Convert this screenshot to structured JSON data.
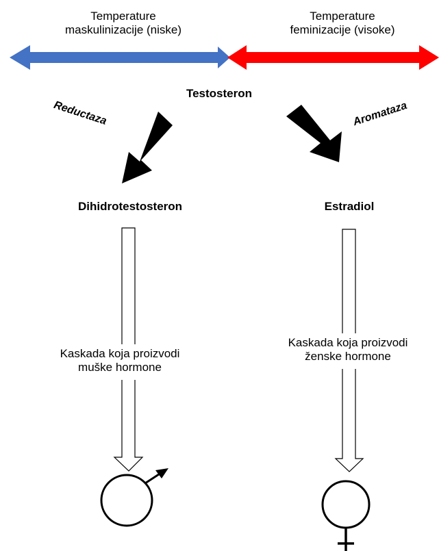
{
  "temperature_low": {
    "line1": "Temperature",
    "line2": "maskulinizacije (niske)",
    "color": "#4472C4"
  },
  "temperature_high": {
    "line1": "Temperature",
    "line2": "feminizacije (visoke)",
    "color": "#FF0000"
  },
  "source_hormone": "Testosteron",
  "enzyme_left": "Reductaza",
  "enzyme_right": "Aromataza",
  "product_left": "Dihidrotestosteron",
  "product_right": "Estradiol",
  "cascade_left": {
    "line1": "Kaskada koja proizvodi",
    "line2": "muške hormone"
  },
  "cascade_right": {
    "line1": "Kaskada koja proizvodi",
    "line2": "ženske hormone"
  },
  "symbols": {
    "left": "male-symbol-icon",
    "right": "female-symbol-icon"
  }
}
